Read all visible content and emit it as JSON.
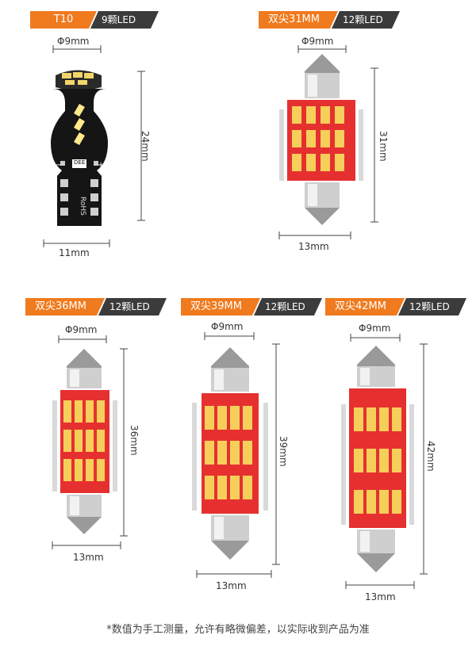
{
  "products": [
    {
      "name": "T10",
      "led_count": "9颗LED",
      "head_dim": "Φ9mm",
      "length_dim": "24mm",
      "width_dim": "11mm",
      "board_text_1": "DEE",
      "board_text_2": "RoHS",
      "plus": "+",
      "minus": "−"
    },
    {
      "name": "双尖31MM",
      "led_count": "12颗LED",
      "head_dim": "Φ9mm",
      "length_dim": "31mm",
      "width_dim": "13mm"
    },
    {
      "name": "双尖36MM",
      "led_count": "12颗LED",
      "head_dim": "Φ9mm",
      "length_dim": "36mm",
      "width_dim": "13mm"
    },
    {
      "name": "双尖39MM",
      "led_count": "12颗LED",
      "head_dim": "Φ9mm",
      "length_dim": "39mm",
      "width_dim": "13mm"
    },
    {
      "name": "双尖42MM",
      "led_count": "12颗LED",
      "head_dim": "Φ9mm",
      "length_dim": "42mm",
      "width_dim": "13mm"
    }
  ],
  "footer_note": "*数值为手工测量，允许有略微偏差，以实际收到产品为准",
  "colors": {
    "accent": "#f07a1e",
    "dark_tag": "#3b3b3b",
    "pcb_red": "#e63030",
    "led_yellow": "#f6cf5a",
    "t10_board": "#151515"
  }
}
